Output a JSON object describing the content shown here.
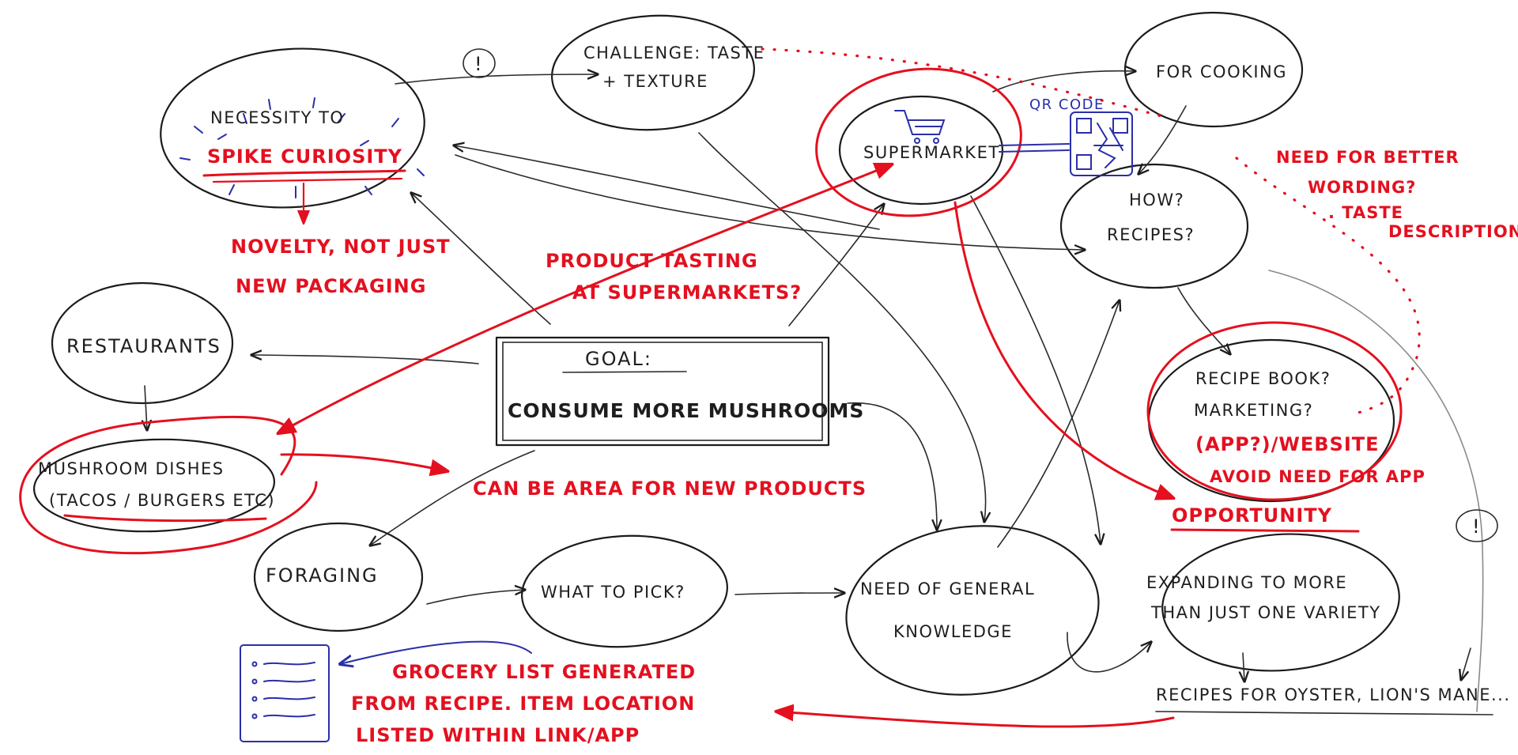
{
  "colors": {
    "ink": "#1b1b1b",
    "red": "#e4101f",
    "blue": "#2a2fa8",
    "background": "#ffffff"
  },
  "nodes": {
    "goal_title": "GOAL:",
    "goal_text": "CONSUME MORE MUSHROOMS",
    "curiosity_line1": "NECESSITY TO",
    "curiosity_line2": "SPIKE CURIOSITY",
    "challenge_line1": "CHALLENGE: TASTE",
    "challenge_line2": "+ TEXTURE",
    "restaurants": "RESTAURANTS",
    "dishes_line1": "MUSHROOM DISHES",
    "dishes_line2": "(TACOS / BURGERS ETC)",
    "foraging": "FORAGING",
    "what_to_pick": "WHAT TO PICK?",
    "knowledge_line1": "NEED OF GENERAL",
    "knowledge_line2": "KNOWLEDGE",
    "supermarket": "SUPERMARKET",
    "for_cooking": "FOR COOKING",
    "how_line1": "HOW?",
    "how_line2": "RECIPES?",
    "recipe_line1": "RECIPE BOOK?",
    "recipe_line2": "MARKETING?",
    "recipe_line3": "(APP?)/WEBSITE",
    "expand_line1": "EXPANDING TO MORE",
    "expand_line2": "THAN JUST ONE VARIETY",
    "recipes_oyster": "RECIPES FOR OYSTER, LION'S MANE...",
    "bang_top": "!",
    "bang_right": "!"
  },
  "notes": {
    "novelty_line1": "NOVELTY, NOT JUST",
    "novelty_line2": "NEW PACKAGING",
    "tasting_line1": "PRODUCT TASTING",
    "tasting_line2": "AT SUPERMARKETS?",
    "new_products": "CAN BE AREA FOR NEW PRODUCTS",
    "wording_line1": "NEED FOR BETTER",
    "wording_line2": "WORDING?",
    "wording_line3": ". TASTE",
    "wording_line4": "DESCRIPTION",
    "avoid_app": "AVOID NEED FOR APP",
    "opportunity": "OPPORTUNITY",
    "grocery_line1": "GROCERY LIST GENERATED",
    "grocery_line2": "FROM RECIPE. ITEM LOCATION",
    "grocery_line3": "LISTED WITHIN LINK/APP",
    "qr_code": "QR CODE"
  },
  "icons": [
    "cart-icon",
    "qr-code-icon",
    "checklist-icon"
  ]
}
